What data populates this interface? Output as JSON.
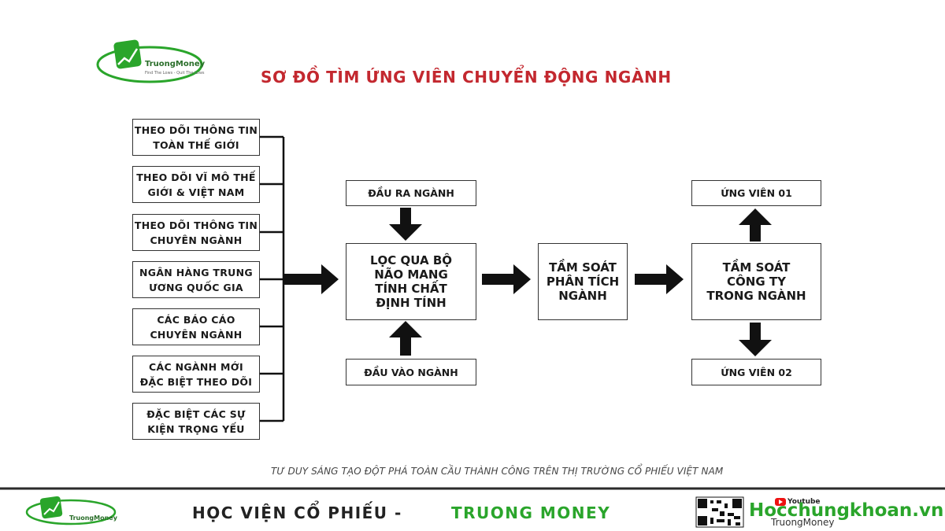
{
  "title": "SƠ ĐỒ TÌM ỨNG VIÊN CHUYỂN ĐỘNG NGÀNH",
  "logo": {
    "name": "TruongMoney",
    "tagline": "Find The Lows - Quit The Lows"
  },
  "sources": [
    "THEO DÕI THÔNG TIN\nTOÀN  THẾ  GIỚI",
    "THEO DÕI VĨ MÔ THẾ\nGIỚI & VIỆT NAM",
    "THEO DÕI THÔNG TIN\nCHUYÊN NGÀNH",
    "NGÂN HÀNG TRUNG\nƯƠNG QUỐC GIA",
    "CÁC    BÁO    CÁO\nCHUYÊN NGÀNH",
    "CÁC   NGÀNH   MỚI\nĐẶC  BIỆT  THEO  DÕI",
    "ĐẶC  BIỆT  CÁC  SỰ\nKIỆN  TRỌNG  YẾU"
  ],
  "output_box": "ĐẦU RA NGÀNH",
  "filter_box": "LỌC QUA BỘ\nNÃO MANG\nTÍNH CHẤT\nĐỊNH TÍNH",
  "input_box": "ĐẦU VÀO NGÀNH",
  "analysis_box": "TẦM  SOÁT\nPHÂN TÍCH\nNGÀNH",
  "company_box": "TẦM SOÁT\nCÔNG TY\nTRONG NGÀNH",
  "candidate_1": "ỨNG VIÊN 01",
  "candidate_2": "ỨNG VIÊN 02",
  "tagline": "TƯ DUY SÁNG TẠO ĐỘT PHÁ TOÀN CẦU THÀNH CÔNG TRÊN THỊ TRƯỜNG CỔ PHIẾU VIỆT NAM",
  "footer": {
    "academy": "HỌC VIỆN CỔ PHIẾU -",
    "brand": "TRUONG MONEY",
    "website": "Hocchungkhoan.vn",
    "youtube": "Youtube",
    "channel": "TruongMoney"
  },
  "colors": {
    "title": "#c3282f",
    "brand_green": "#2aa52b",
    "footer_dark": "#222222"
  }
}
